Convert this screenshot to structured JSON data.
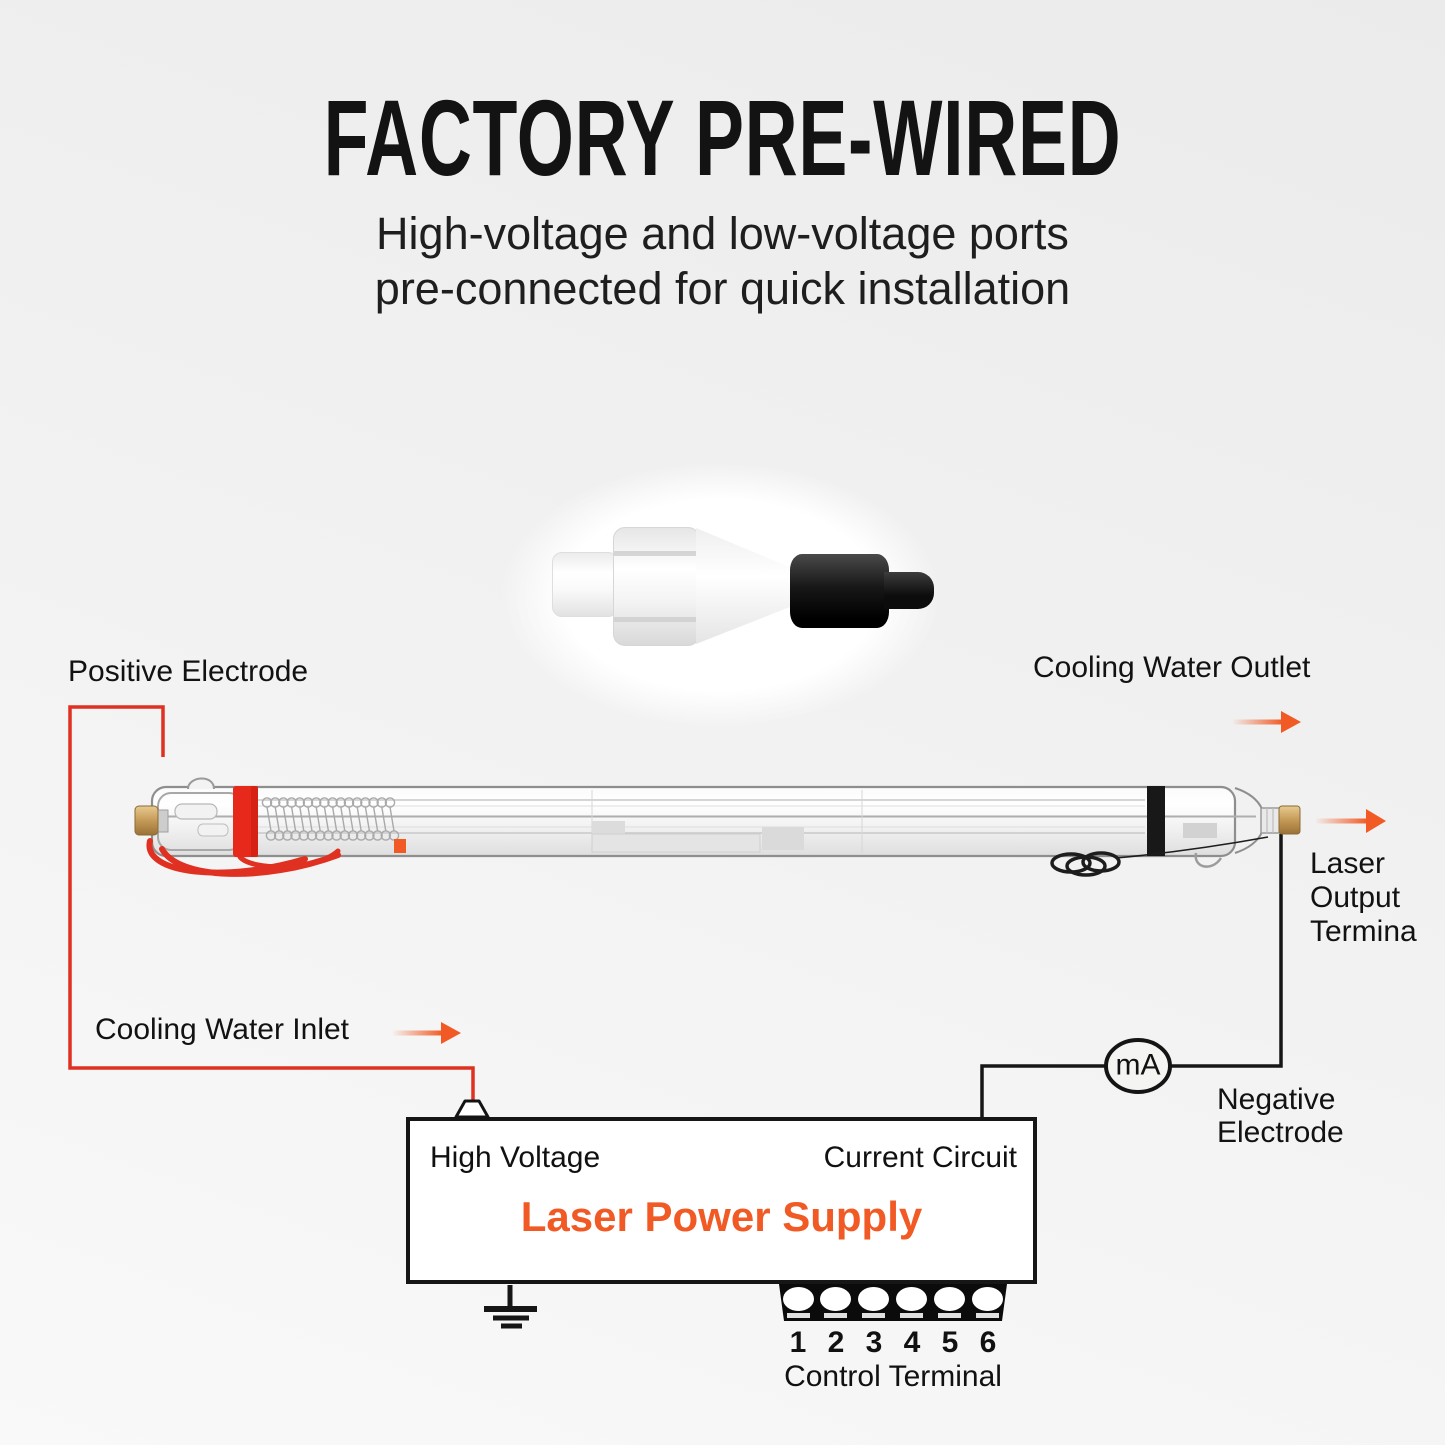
{
  "header": {
    "title": "FACTORY PRE-WIRED",
    "subtitle_line1": "High-voltage and low-voltage ports",
    "subtitle_line2": "pre-connected for quick installation"
  },
  "labels": {
    "positive_electrode": "Positive Electrode",
    "cooling_water_outlet": "Cooling Water Outlet",
    "cooling_water_inlet": "Cooling Water Inlet",
    "laser_output_line1": "Laser",
    "laser_output_line2": "Output",
    "laser_output_line3": "Termina",
    "negative_electrode_line1": "Negative",
    "negative_electrode_line2": "Electrode",
    "meter": "mA"
  },
  "power_supply": {
    "high_voltage": "High Voltage",
    "current_circuit": "Current Circuit",
    "title": "Laser Power Supply",
    "terminal_numbers": [
      "1",
      "2",
      "3",
      "4",
      "5",
      "6"
    ],
    "control_terminal_label": "Control Terminal"
  },
  "colors": {
    "accent_orange": "#F15A24",
    "wire_red": "#E03022",
    "wire_black": "#161616",
    "text_dark": "#111111"
  }
}
